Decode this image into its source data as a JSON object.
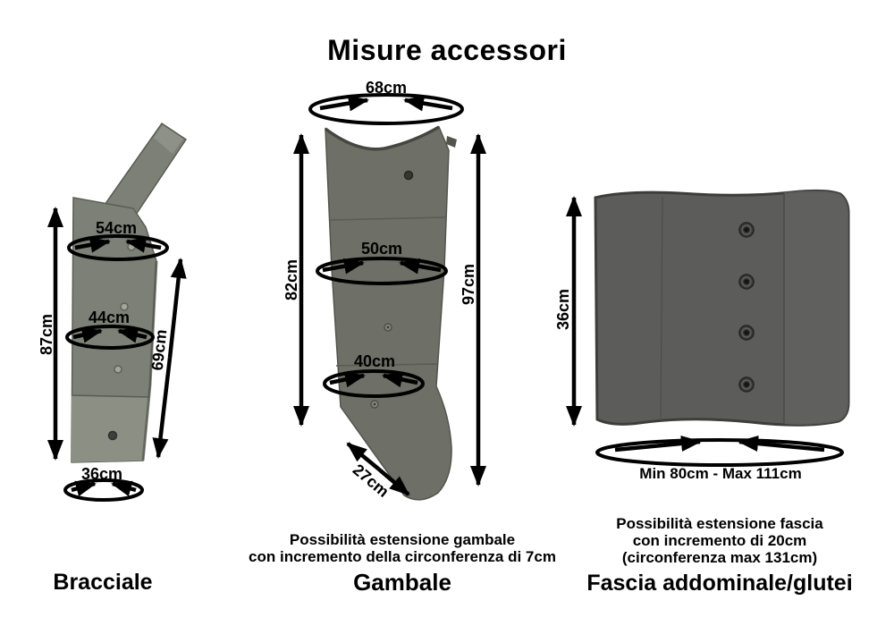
{
  "title": "Misure accessori",
  "colors": {
    "background": "#ffffff",
    "ink": "#000000",
    "fabric_bracciale": "#7d8076",
    "fabric_bracciale_light": "#8c8f84",
    "fabric_strap_highlight": "#9b9e95",
    "fabric_gambale": "#6e6f67",
    "fabric_fascia": "#5c5d5b",
    "fabric_fascia_panel": "#626360"
  },
  "bracciale": {
    "name": "Bracciale",
    "measure_height_left": "87cm",
    "measure_height_right": "69cm",
    "measure_circ_top": "54cm",
    "measure_circ_mid": "44cm",
    "measure_circ_bottom": "36cm"
  },
  "gambale": {
    "name": "Gambale",
    "caption": [
      "Possibilità estensione gambale",
      "con incremento della circonferenza di 7cm"
    ],
    "measure_circ_top": "68cm",
    "measure_height_left": "82cm",
    "measure_height_right": "97cm",
    "measure_circ_mid": "50cm",
    "measure_circ_lower": "40cm",
    "measure_foot": "27cm"
  },
  "fascia": {
    "name": "Fascia addominale/glutei",
    "caption": [
      "Possibilità estensione fascia",
      "con incremento di 20cm",
      "(circonferenza max 131cm)"
    ],
    "measure_height": "36cm",
    "measure_width_range": "Min 80cm - Max 111cm"
  }
}
